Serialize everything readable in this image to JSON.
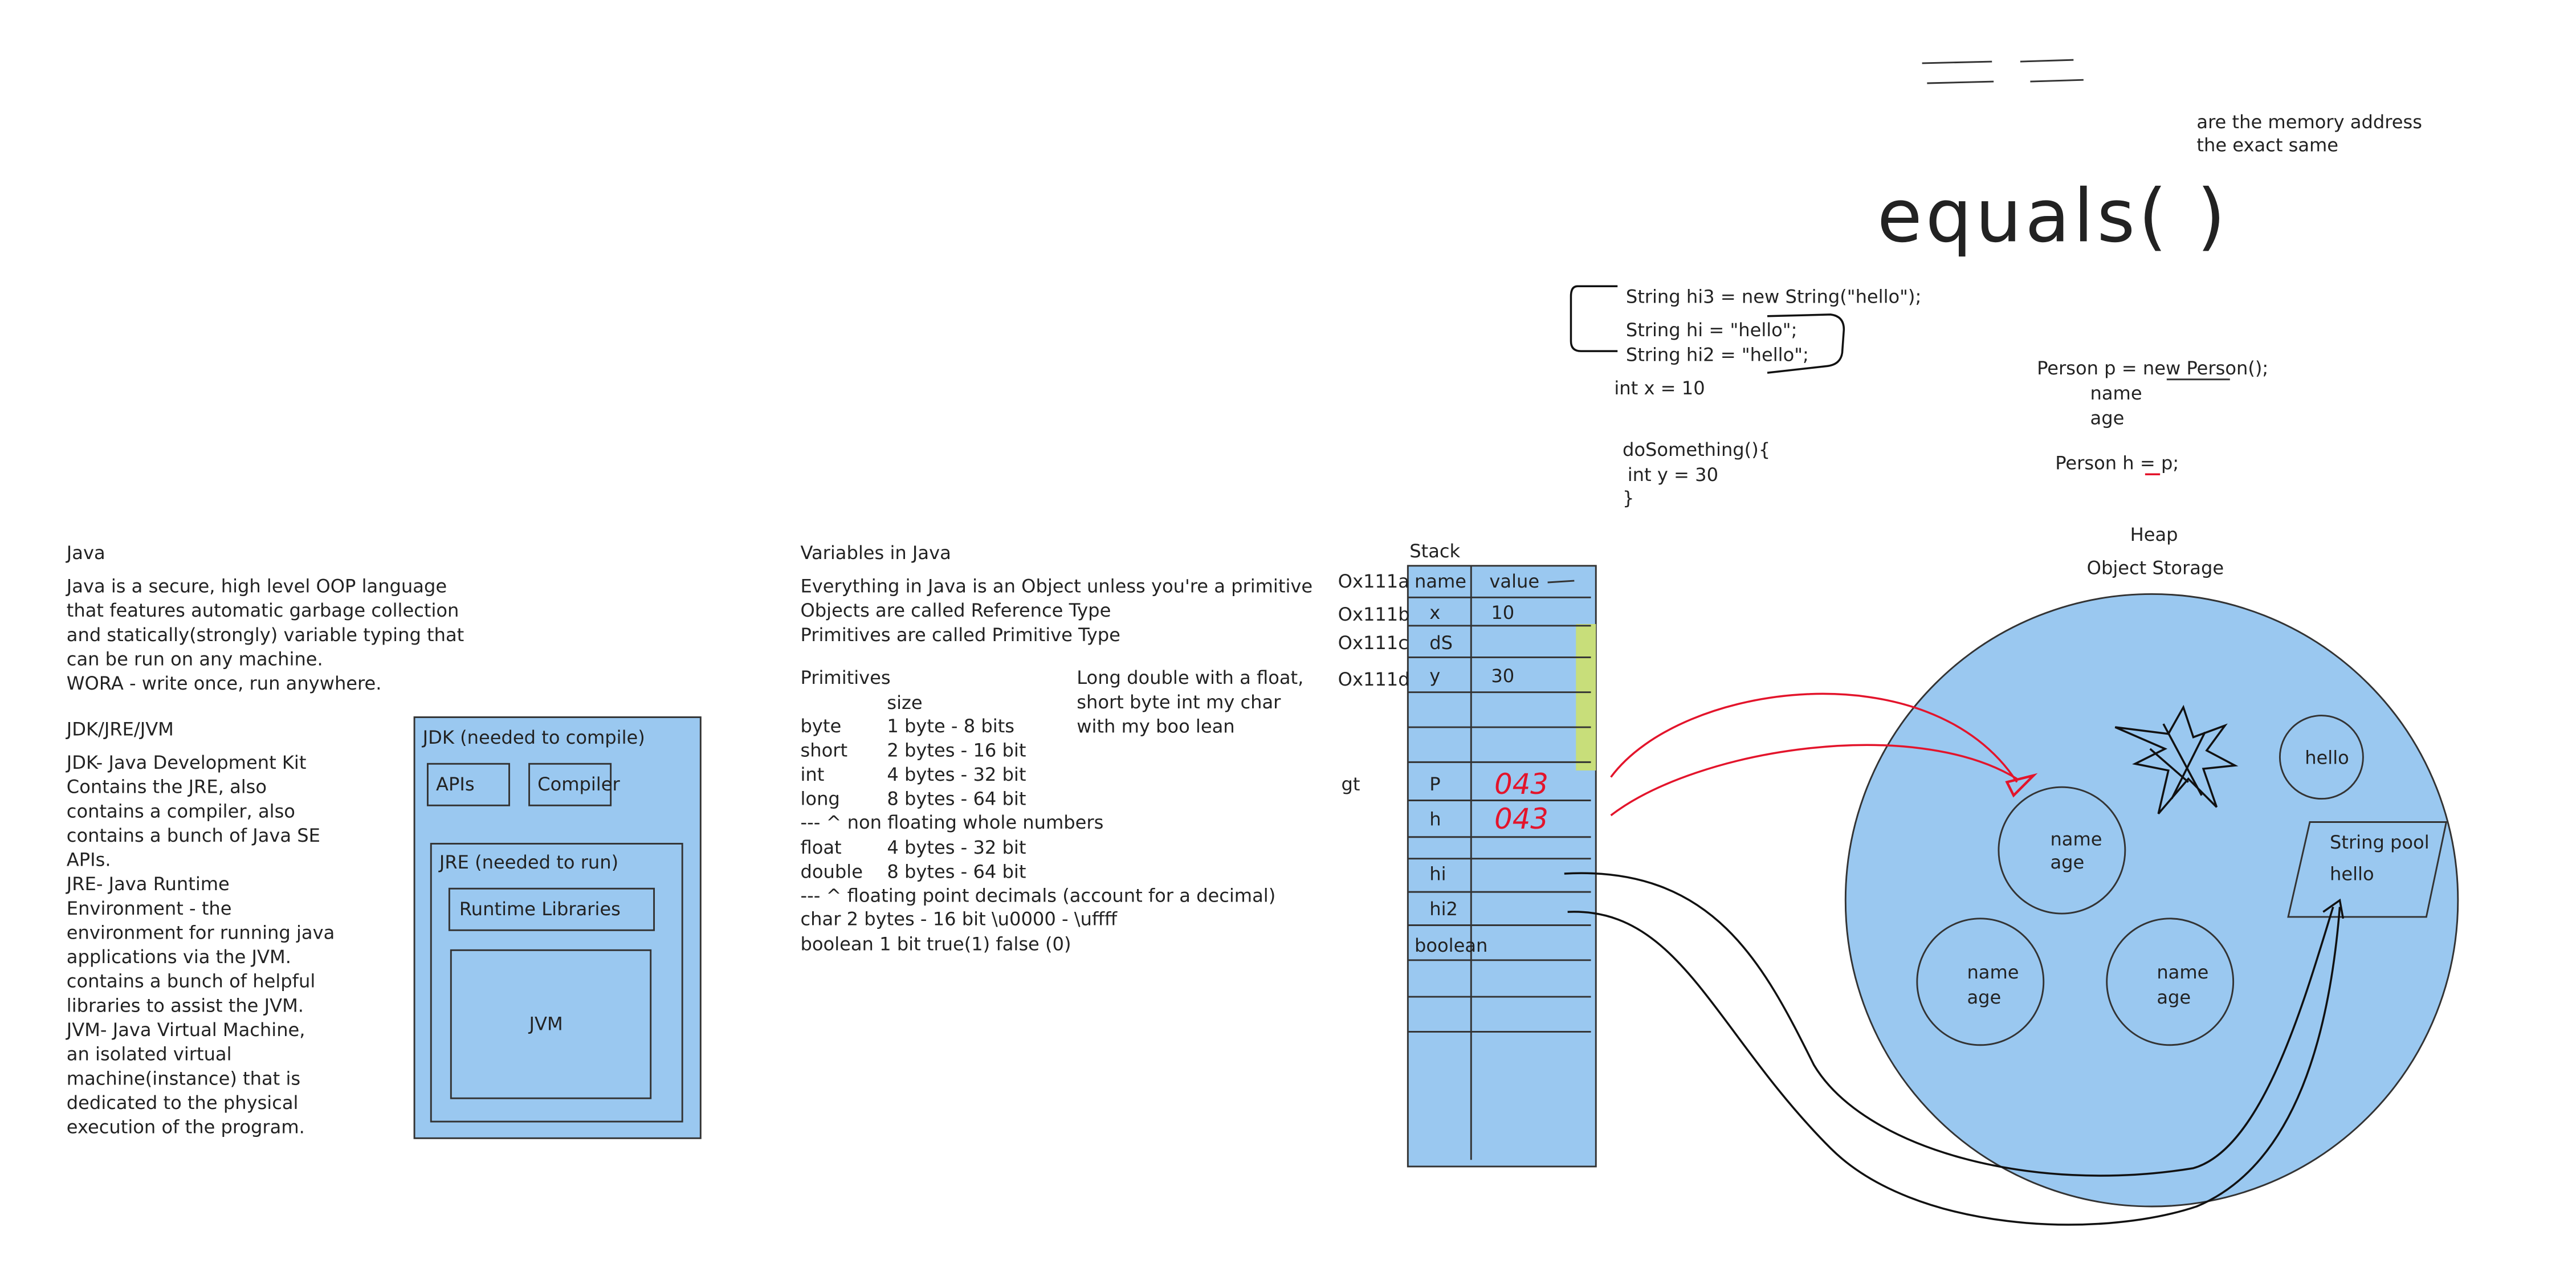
{
  "equality": {
    "double_equals": "= =",
    "double_equals_note_1": "are the memory address",
    "double_equals_note_2": "the exact same",
    "equals_method": "equals( )"
  },
  "code_strings": {
    "hi3": "String hi3 = new String(\"hello\");",
    "hi": "String hi = \"hello\";",
    "hi2": "String hi2 = \"hello\";",
    "int_x": "int x = 10",
    "do_something": "doSomething(){",
    "int_y": "int y = 30",
    "close_brace": "}"
  },
  "code_person": {
    "person_p": "Person p = new Person();",
    "name": "name",
    "age": "age",
    "person_h": "Person h = p;"
  },
  "java": {
    "title": "Java",
    "desc": [
      "Java is a secure, high level OOP language",
      "that features automatic garbage collection",
      "and statically(strongly) variable typing that",
      "can be run on any machine.",
      "WORA - write once, run anywhere."
    ],
    "jdk_title": "JDK/JRE/JVM",
    "jdk_desc": [
      "JDK- Java Development Kit",
      "Contains the JRE, also",
      "contains a compiler, also",
      "contains a bunch of Java SE",
      "APIs.",
      "JRE- Java Runtime",
      "Environment - the",
      "environment for running java",
      "applications via the JVM.",
      "contains a bunch of helpful",
      "libraries to assist the JVM.",
      "JVM- Java Virtual Machine,",
      "an isolated virtual",
      "machine(instance) that is",
      "dedicated to the physical",
      "execution of the program."
    ]
  },
  "jdk_diagram": {
    "jdk_label": "JDK   (needed to compile)",
    "apis": "APIs",
    "compiler": "Compiler",
    "jre_label": "JRE   (needed to run)",
    "runtime_libraries": "Runtime Libraries",
    "jvm": "JVM"
  },
  "variables": {
    "title": "Variables in Java",
    "intro": [
      "Everything in Java is an Object unless you're a primitive",
      "Objects are called Reference Type",
      "Primitives are called Primitive Type"
    ],
    "primitives_label": "Primitives",
    "size_label": "size",
    "mnemonic": [
      "Long double with a float,",
      "short byte int my char",
      "with my boo lean"
    ],
    "rows": [
      {
        "name": "byte",
        "size": "1 byte  - 8 bits"
      },
      {
        "name": "short",
        "size": "2 bytes - 16 bit"
      },
      {
        "name": "int",
        "size": "4 bytes - 32 bit"
      },
      {
        "name": "long",
        "size": "8 bytes - 64 bit"
      }
    ],
    "whole_note": "--- ^ non floating whole numbers",
    "rows2": [
      {
        "name": "float",
        "size": "4 bytes - 32 bit"
      },
      {
        "name": "double",
        "size": "8 bytes - 64 bit"
      }
    ],
    "float_note": "--- ^ floating point decimals    (account for a decimal)",
    "char_row": "char          2 bytes - 16 bit   \\u0000 - \\uffff",
    "boolean_row": "boolean                      1 bit     true(1) false (0)"
  },
  "stack": {
    "title": "Stack",
    "header_name": "name",
    "header_value": "value",
    "addresses": [
      "Ox111a",
      "Ox111b",
      "Ox111c",
      "Ox111d"
    ],
    "side_mark": "gt",
    "rows": [
      {
        "name": "x",
        "value": "10"
      },
      {
        "name": "dS",
        "value": ""
      },
      {
        "name": "y",
        "value": "30"
      },
      {
        "name": "",
        "value": ""
      },
      {
        "name": "",
        "value": ""
      },
      {
        "name": "P",
        "value": "043"
      },
      {
        "name": "h",
        "value": "043"
      },
      {
        "name": "hi",
        "value": ""
      },
      {
        "name": "hi2",
        "value": ""
      },
      {
        "name": "boolean",
        "value": ""
      }
    ]
  },
  "heap": {
    "title": "Heap",
    "subtitle": "Object Storage",
    "objects": [
      {
        "line1": "name",
        "line2": "age"
      },
      {
        "line1": "name",
        "line2": "age"
      },
      {
        "line1": "name",
        "line2": "age"
      }
    ],
    "hello_circle": "hello",
    "string_pool": "String pool",
    "string_pool_value": "hello"
  },
  "colors": {
    "box_fill": "#9ac8f0",
    "highlight": "#c8de7a",
    "ink": "#222222",
    "red_ink": "#e3142b"
  }
}
